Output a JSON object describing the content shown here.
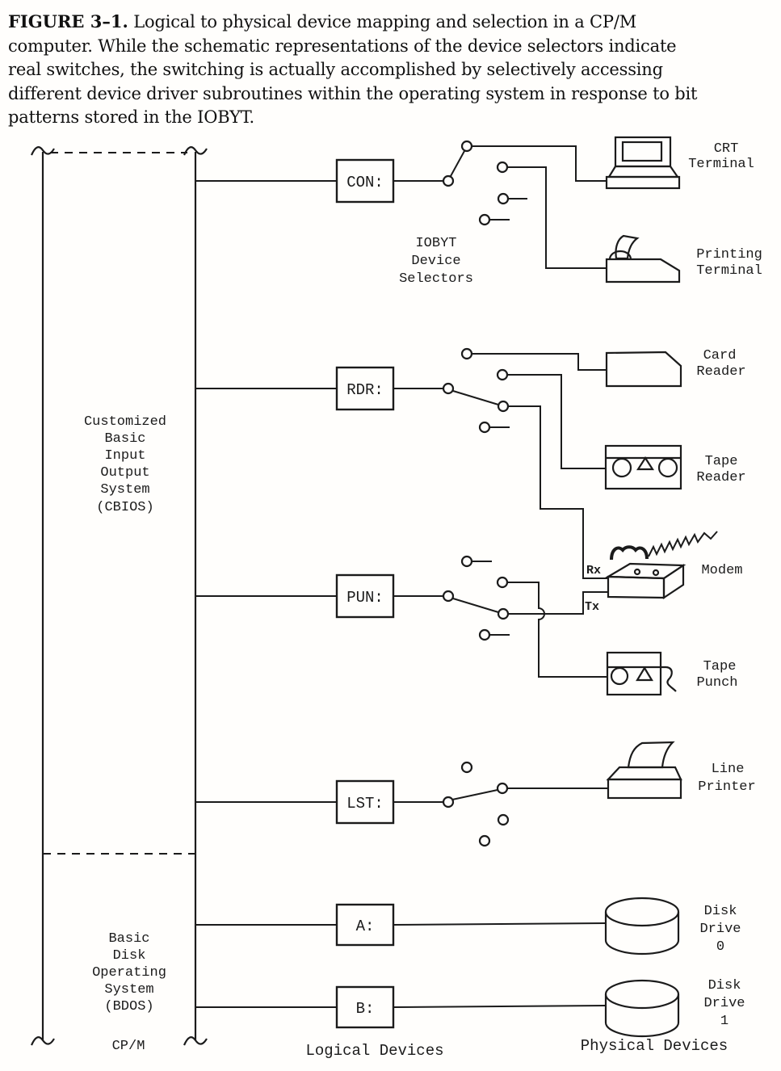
{
  "caption": {
    "figure_label": "FIGURE 3–1.",
    "line1_rest": " Logical to physical device mapping and selection in a CP/M",
    "line2": "computer. While the schematic representations of the device selectors indicate",
    "line3": "real switches, the switching is actually accomplished by selectively accessing",
    "line4": "different device driver subroutines within the operating system in response to bit",
    "line5": "patterns stored in the IOBYT."
  },
  "diagram": {
    "os_sections": {
      "cbios": {
        "l1": "Customized",
        "l2": "Basic",
        "l3": "Input",
        "l4": "Output",
        "l5": "System",
        "l6": "(CBIOS)"
      },
      "bdos": {
        "l1": "Basic",
        "l2": "Disk",
        "l3": "Operating",
        "l4": "System",
        "l5": "(BDOS)"
      },
      "os_label": "CP/M"
    },
    "selector_label": {
      "l1": "IOBYT",
      "l2": "Device",
      "l3": "Selectors"
    },
    "logical_devices": {
      "con": "CON:",
      "rdr": "RDR:",
      "pun": "PUN:",
      "lst": "LST:",
      "a": "A:",
      "b": "B:"
    },
    "physical_devices": {
      "crt": {
        "l1": "CRT",
        "l2": "Terminal"
      },
      "printing": {
        "l1": "Printing",
        "l2": "Terminal"
      },
      "card": {
        "l1": "Card",
        "l2": "Reader"
      },
      "tape_reader": {
        "l1": "Tape",
        "l2": "Reader"
      },
      "modem": {
        "l1": "Modem"
      },
      "tape_punch": {
        "l1": "Tape",
        "l2": "Punch"
      },
      "line_printer": {
        "l1": "Line",
        "l2": "Printer"
      },
      "disk0": {
        "l1": "Disk",
        "l2": "Drive",
        "l3": "0"
      },
      "disk1": {
        "l1": "Disk",
        "l2": "Drive",
        "l3": "1"
      }
    },
    "signal_labels": {
      "rx": "Rx",
      "tx": "Tx"
    },
    "column_labels": {
      "logical": "Logical Devices",
      "physical": "Physical Devices"
    },
    "ink_color": "#1b1b1b"
  }
}
